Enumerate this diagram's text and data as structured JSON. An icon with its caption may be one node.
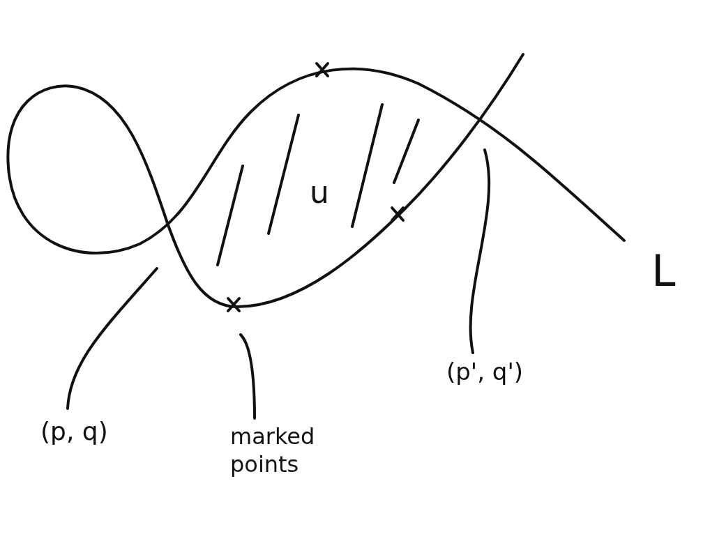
{
  "diagram": {
    "nodes": [
      {
        "text": [
          "(p, q)"
        ]
      },
      {
        "text": [
          "marked points"
        ]
      },
      {
        "text": [
          "(p', q')"
        ]
      }
    ],
    "edges": [
      {
        "from": 0,
        "to": null,
        "arrow": "none"
      },
      {
        "from": 1,
        "to": null,
        "arrow": "none"
      },
      {
        "from": 2,
        "to": null,
        "arrow": "none"
      }
    ],
    "labels": [
      "u",
      "L"
    ]
  }
}
